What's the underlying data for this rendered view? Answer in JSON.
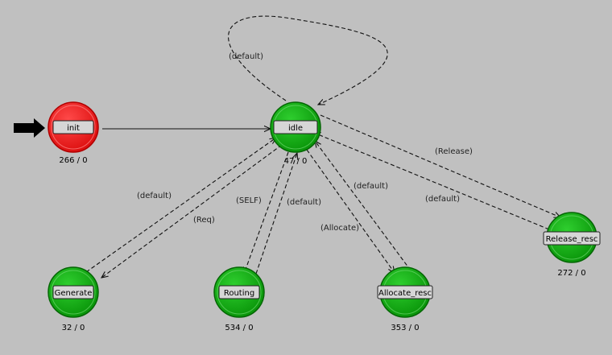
{
  "colors": {
    "background": "#c0c0c0",
    "forced_state": "#ee1c1c",
    "unforced_state": "#0ea50e",
    "label_box": "#d6d6d6"
  },
  "states": {
    "init": {
      "name": "init",
      "count": "266 / 0",
      "kind": "forced",
      "initial": true
    },
    "idle": {
      "name": "idle",
      "count": "47 / 0",
      "kind": "unforced"
    },
    "generate": {
      "name": "Generate",
      "count": "32 / 0",
      "kind": "unforced"
    },
    "routing": {
      "name": "Routing",
      "count": "534 / 0",
      "kind": "unforced"
    },
    "allocate": {
      "name": "Allocate_resc",
      "count": "353 / 0",
      "kind": "unforced"
    },
    "release": {
      "name": "Release_resc",
      "count": "272 / 0",
      "kind": "unforced"
    }
  },
  "transitions": {
    "idle_self": {
      "label": "(default)"
    },
    "init_idle": {
      "label": ""
    },
    "generate_idle": {
      "label": "(default)"
    },
    "idle_generate": {
      "label": "(Req)"
    },
    "idle_routing": {
      "label": "(SELF)"
    },
    "routing_idle": {
      "label": "(default)"
    },
    "idle_allocate": {
      "label": "(Allocate)"
    },
    "allocate_idle": {
      "label": "(default)"
    },
    "idle_release": {
      "label": "(Release)"
    },
    "release_idle": {
      "label": "(default)"
    }
  }
}
